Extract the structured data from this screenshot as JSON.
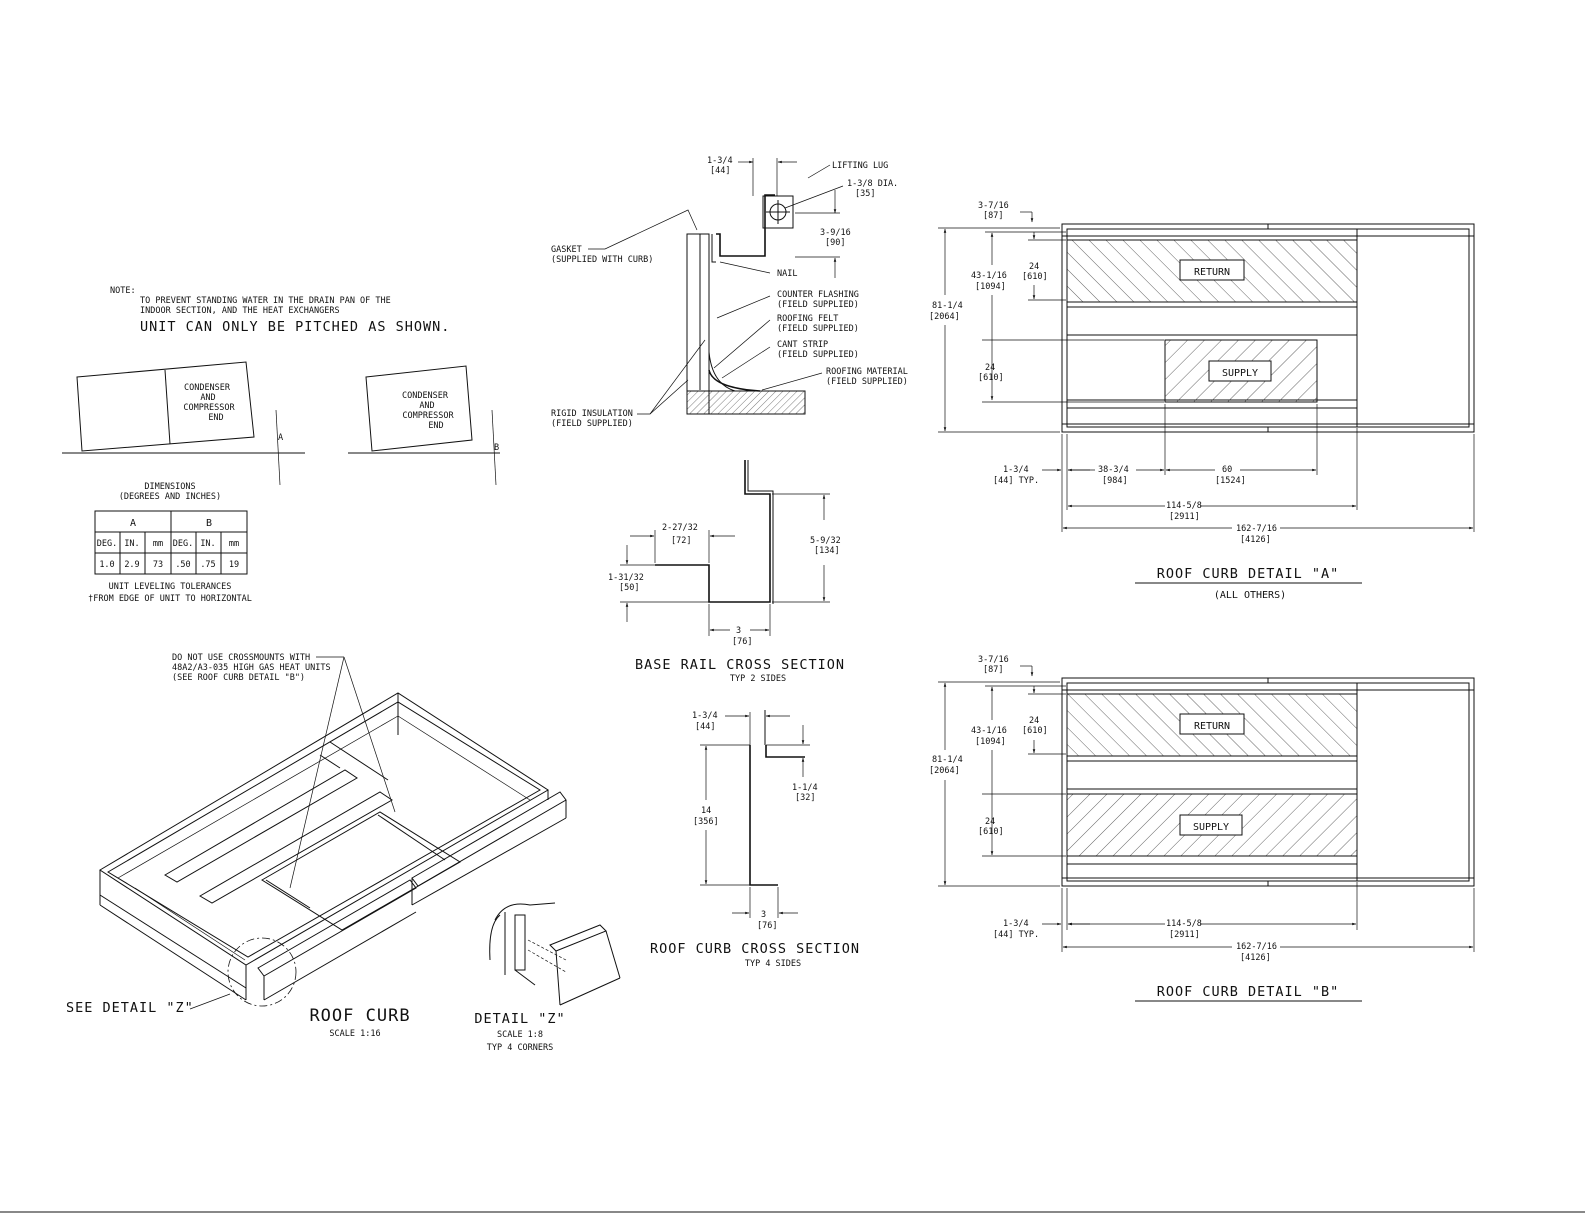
{
  "note": {
    "label": "NOTE:",
    "line1": "TO PREVENT STANDING WATER IN THE DRAIN PAN OF THE",
    "line2": "INDOOR SECTION, AND THE HEAT EXCHANGERS",
    "line3": "UNIT CAN ONLY BE PITCHED AS SHOWN."
  },
  "pitch": {
    "box_label": [
      "CONDENSER",
      "AND",
      "COMPRESSOR",
      "END"
    ],
    "dim_a": "A",
    "dim_b": "B"
  },
  "tolerance_table": {
    "title1": "DIMENSIONS",
    "title2": "(DEGREES AND INCHES)",
    "group_a": "A",
    "group_b": "B",
    "headers": [
      "DEG.",
      "IN.",
      "mm",
      "DEG.",
      "IN.",
      "mm"
    ],
    "row": [
      "1.0",
      "2.9",
      "73",
      ".50",
      ".75",
      "19"
    ],
    "caption1": "UNIT LEVELING TOLERANCES",
    "caption2": "†FROM EDGE OF UNIT TO HORIZONTAL"
  },
  "flashing_detail": {
    "dim_top": "1-3/4",
    "dim_top_mm": "[44]",
    "lifting_lug": "LIFTING LUG",
    "dia": "1-3/8 DIA.",
    "dia_mm": "[35]",
    "dim_side": "3-9/16",
    "dim_side_mm": "[90]",
    "gasket1": "GASKET",
    "gasket2": "(SUPPLIED WITH CURB)",
    "nail": "NAIL",
    "counter1": "COUNTER FLASHING",
    "counter2": "(FIELD SUPPLIED)",
    "felt1": "ROOFING FELT",
    "felt2": "(FIELD SUPPLIED)",
    "cant1": "CANT STRIP",
    "cant2": "(FIELD SUPPLIED)",
    "material1": "ROOFING MATERIAL",
    "material2": "(FIELD SUPPLIED)",
    "rigid1": "RIGID INSULATION",
    "rigid2": "(FIELD SUPPLIED)"
  },
  "base_rail": {
    "dim_a": "2-27/32",
    "dim_a_mm": "[72]",
    "dim_b": "5-9/32",
    "dim_b_mm": "[134]",
    "dim_c": "1-31/32",
    "dim_c_mm": "[50]",
    "dim_d": "3",
    "dim_d_mm": "[76]",
    "title": "BASE RAIL CROSS SECTION",
    "subtitle": "TYP 2 SIDES"
  },
  "curb_section": {
    "dim_a": "1-3/4",
    "dim_a_mm": "[44]",
    "dim_b": "1-1/4",
    "dim_b_mm": "[32]",
    "dim_c": "14",
    "dim_c_mm": "[356]",
    "dim_d": "3",
    "dim_d_mm": "[76]",
    "title": "ROOF CURB CROSS SECTION",
    "subtitle": "TYP 4 SIDES"
  },
  "iso_curb": {
    "warn1": "DO NOT USE CROSSMOUNTS WITH",
    "warn2": "48A2/A3-035 HIGH GAS HEAT UNITS",
    "warn3": "(SEE ROOF CURB DETAIL \"B\")",
    "see_detail": "SEE DETAIL \"Z\"",
    "title": "ROOF CURB",
    "scale": "SCALE  1:16"
  },
  "detail_z": {
    "title": "DETAIL \"Z\"",
    "scale": "SCALE  1:8",
    "subtitle": "TYP 4 CORNERS"
  },
  "detail_a": {
    "d1": "3-7/16",
    "d1_mm": "[87]",
    "d2": "24",
    "d2_mm": "[610]",
    "d3": "43-1/16",
    "d3_mm": "[1094]",
    "d4": "81-1/4",
    "d4_mm": "[2064]",
    "d5": "24",
    "d5_mm": "[610]",
    "return": "RETURN",
    "supply": "SUPPLY",
    "b1": "1-3/4",
    "b1_mm": "[44] TYP.",
    "b2": "38-3/4",
    "b2_mm": "[984]",
    "b3": "60",
    "b3_mm": "[1524]",
    "b4": "114-5/8",
    "b4_mm": "[2911]",
    "b5": "162-7/16",
    "b5_mm": "[4126]",
    "title": "ROOF CURB DETAIL \"A\"",
    "subtitle": "(ALL OTHERS)"
  },
  "detail_b": {
    "d1": "3-7/16",
    "d1_mm": "[87]",
    "d2": "24",
    "d2_mm": "[610]",
    "d3": "43-1/16",
    "d3_mm": "[1094]",
    "d4": "81-1/4",
    "d4_mm": "[2064]",
    "d5": "24",
    "d5_mm": "[610]",
    "return": "RETURN",
    "supply": "SUPPLY",
    "b1": "1-3/4",
    "b1_mm": "[44] TYP.",
    "b4": "114-5/8",
    "b4_mm": "[2911]",
    "b5": "162-7/16",
    "b5_mm": "[4126]",
    "title": "ROOF CURB DETAIL \"B\""
  }
}
